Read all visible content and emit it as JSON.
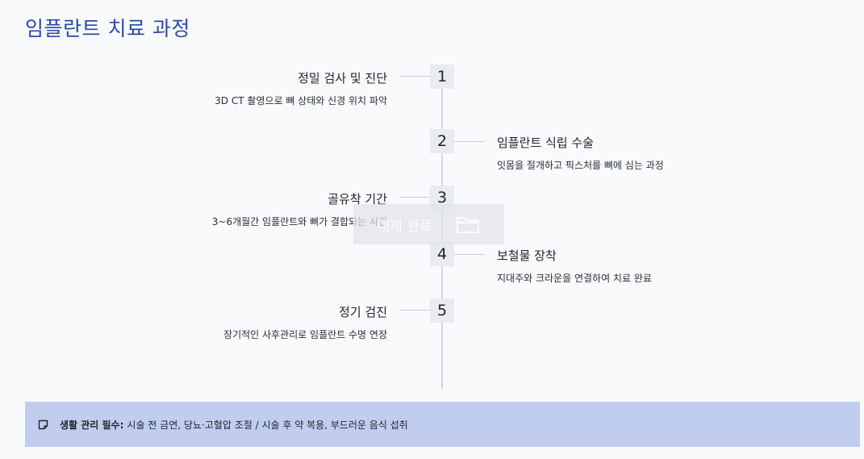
{
  "page": {
    "title": "임플란트 치료 과정"
  },
  "steps": [
    {
      "number": "1",
      "title": "정밀 검사 및 진단",
      "description": "3D CT 촬영으로 뼈 상태와 신경 위치 파악",
      "side": "left"
    },
    {
      "number": "2",
      "title": "임플란트 식립 수술",
      "description": "잇몸을 절개하고 픽스처를 뼈에 심는 과정",
      "side": "right"
    },
    {
      "number": "3",
      "title": "골유착 기간",
      "description": "3~6개월간 임플란트와 뼈가 결합되는 시간",
      "side": "left"
    },
    {
      "number": "4",
      "title": "보철물 장착",
      "description": "지대주와 크라운을 연결하여 치료 완료",
      "side": "right"
    },
    {
      "number": "5",
      "title": "정기 검진",
      "description": "장기적인 사후관리로 임플란트 수명 연장",
      "side": "left"
    }
  ],
  "overlay": {
    "text": "대체 완료",
    "icon": "folder-icon"
  },
  "footer": {
    "icon": "note-icon",
    "label": "생활 관리 필수:",
    "text": "시술 전 금연, 당뇨·고혈압 조절 / 시술 후 약 복용, 부드러운 음식 섭취"
  }
}
